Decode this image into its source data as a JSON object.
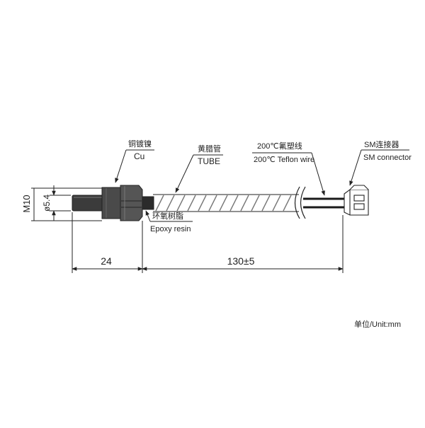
{
  "labels": {
    "cu_zh": "铜镀镍",
    "cu_en": "Cu",
    "tube_zh": "黄腊管",
    "tube_en": "TUBE",
    "wire_zh": "200℃氟塑线",
    "wire_en": "200℃ Teflon wire",
    "connector_zh": "SM连接器",
    "connector_en": "SM connector",
    "epoxy_zh": "环氧树脂",
    "epoxy_en": "Epoxy resin",
    "unit": "单位/Unit:mm"
  },
  "dimensions": {
    "thread": "M10",
    "diameter": "ø5.4",
    "probe_length": "24",
    "cable_length": "130±5"
  },
  "colors": {
    "line": "#222222",
    "probe": "#3a3a3a",
    "nut": "#555555",
    "wire": "#1a1a1a"
  }
}
